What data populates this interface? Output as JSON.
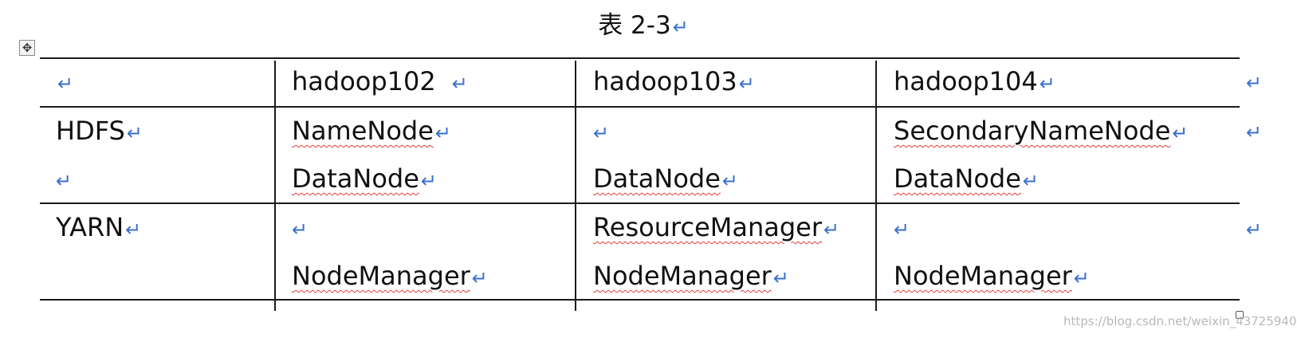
{
  "caption": "表 2-3",
  "para_mark": "↵",
  "move_glyph": "✥",
  "table": {
    "header": [
      "",
      "hadoop102",
      "hadoop103",
      "hadoop104"
    ],
    "rows": [
      {
        "label": "HDFS",
        "cells": [
          [
            "NameNode",
            "DataNode"
          ],
          [
            "",
            "DataNode"
          ],
          [
            "SecondaryNameNode",
            "DataNode"
          ]
        ]
      },
      {
        "label": "YARN",
        "cells": [
          [
            "",
            "NodeManager"
          ],
          [
            "ResourceManager",
            "NodeManager"
          ],
          [
            "",
            "NodeManager"
          ]
        ]
      }
    ]
  },
  "watermark": "https://blog.csdn.net/weixin_43725940",
  "colors": {
    "para_mark": "#3a6fd0",
    "spell_underline": "#e23b3b",
    "rule": "#1b1b1b"
  }
}
